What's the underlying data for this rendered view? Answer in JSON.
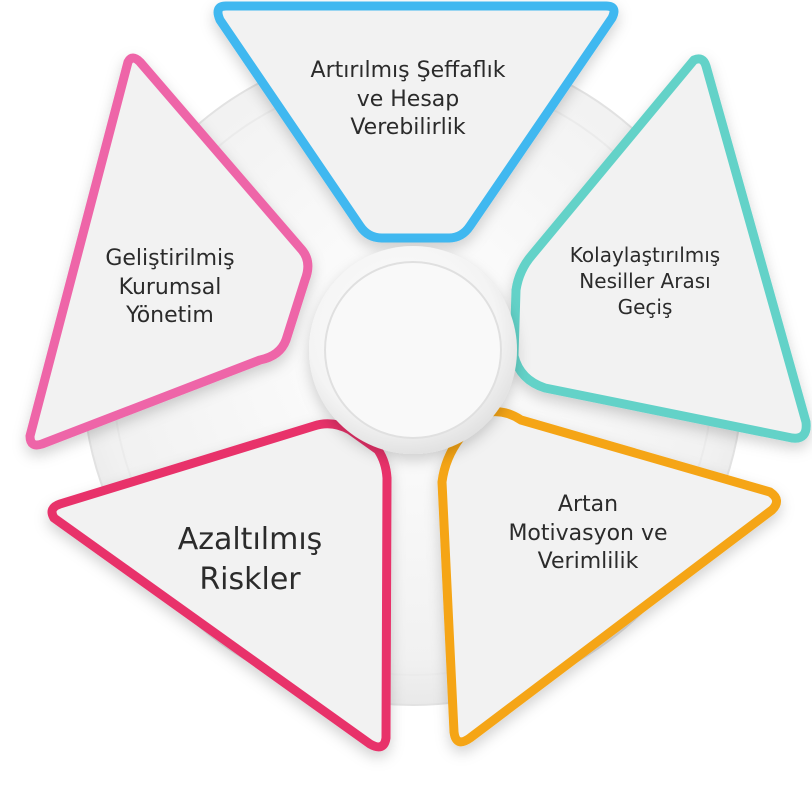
{
  "segments": [
    {
      "id": "blue",
      "lines": [
        "Artırılmış Şeffaflık",
        "ve Hesap",
        "Verebilirlik"
      ],
      "color": "#41b8f0"
    },
    {
      "id": "teal",
      "lines": [
        "Kolaylaştırılmış",
        "Nesiller Arası",
        "Geçiş"
      ],
      "color": "#63d2c8"
    },
    {
      "id": "orange",
      "lines": [
        "Artan",
        "Motivasyon ve",
        "Verimlilik"
      ],
      "color": "#f5a514"
    },
    {
      "id": "red",
      "lines": [
        "Azaltılmış",
        "Riskler"
      ],
      "color": "#e8306a"
    },
    {
      "id": "pink",
      "lines": [
        "Geliştirilmiş",
        "Kurumsal",
        "Yönetim"
      ],
      "color": "#ee65a8"
    }
  ],
  "background": {
    "plate_color": "#eeeeee",
    "center_color": "#f7f7f7"
  }
}
